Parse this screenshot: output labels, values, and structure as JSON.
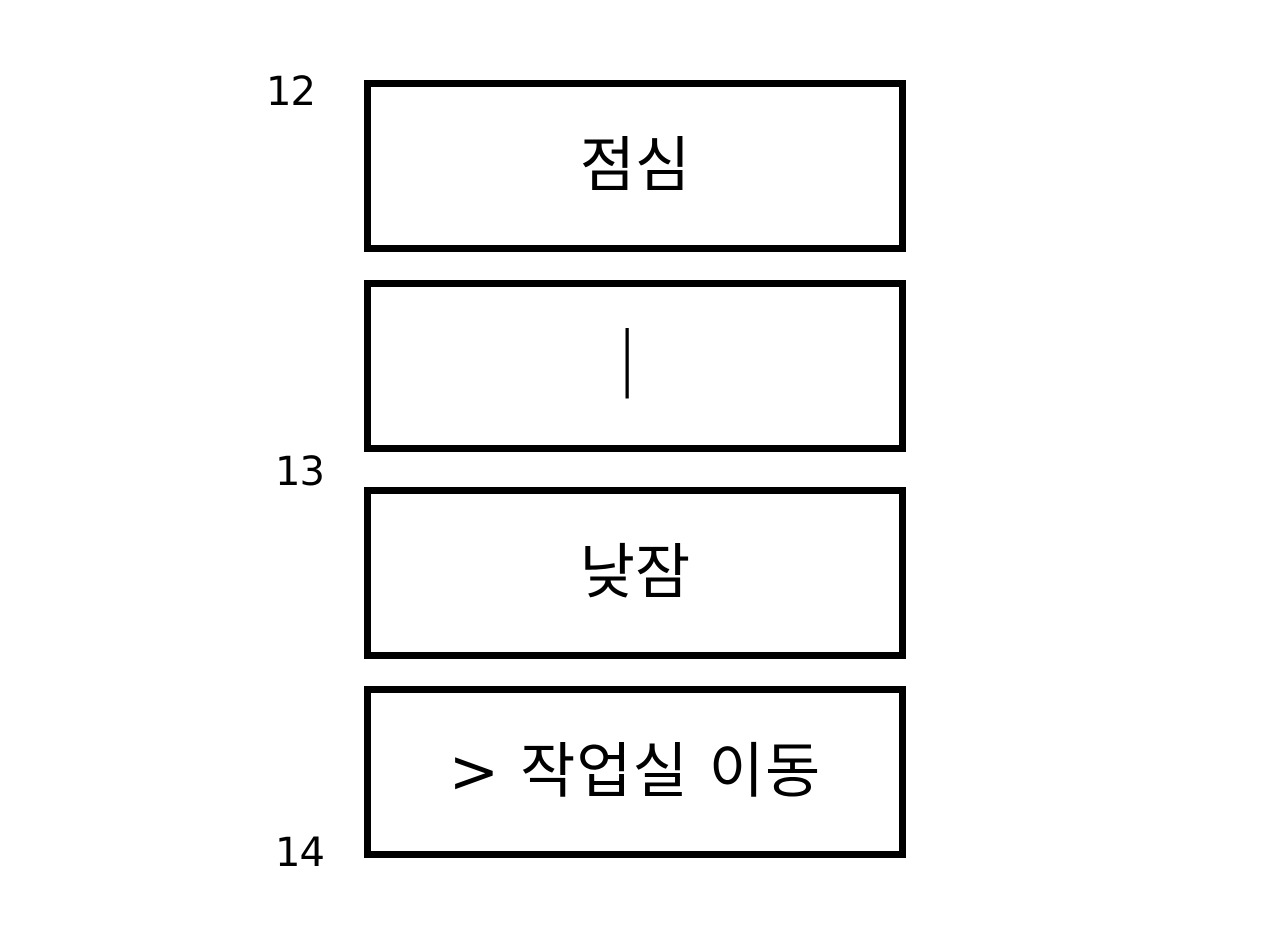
{
  "schedule": {
    "hour_labels": [
      "12",
      "13",
      "14"
    ],
    "blocks": [
      {
        "label": "점심"
      },
      {
        "label": "|"
      },
      {
        "label": "낮잠"
      },
      {
        "label": "> 작업실 이동"
      }
    ]
  }
}
